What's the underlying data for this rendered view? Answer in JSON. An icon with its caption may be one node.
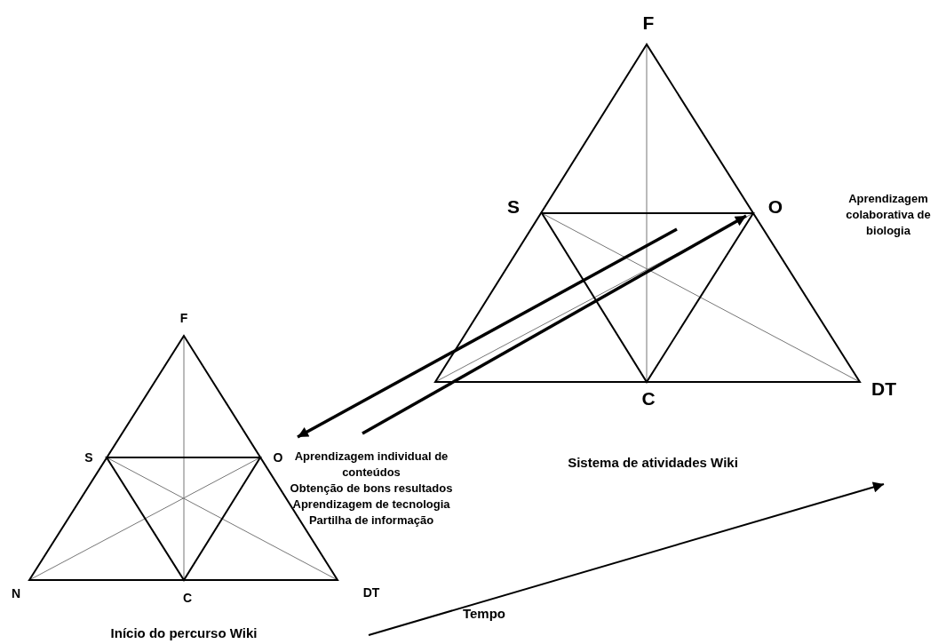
{
  "diagram": {
    "nodes": [
      {
        "text": [
          "F",
          "S",
          "O",
          "Aprendizagem individual de conteúdos",
          "Obtenção de bons resultados",
          "Aprendizagem de tecnologia",
          "Partilha de informação",
          "N",
          "C",
          "DT"
        ]
      },
      {
        "text": [
          "F",
          "S",
          "O",
          "C",
          "DT",
          "Aprendizagem colaborativa de biologia"
        ]
      }
    ],
    "edges": [
      {
        "from": 1,
        "to": 0,
        "arrow": "to"
      },
      {
        "from": 0,
        "to": 1,
        "arrow": "to"
      }
    ],
    "labels": [
      "Sistema de atividades Wiki",
      "Tempo",
      "Início do percurso Wiki"
    ]
  }
}
